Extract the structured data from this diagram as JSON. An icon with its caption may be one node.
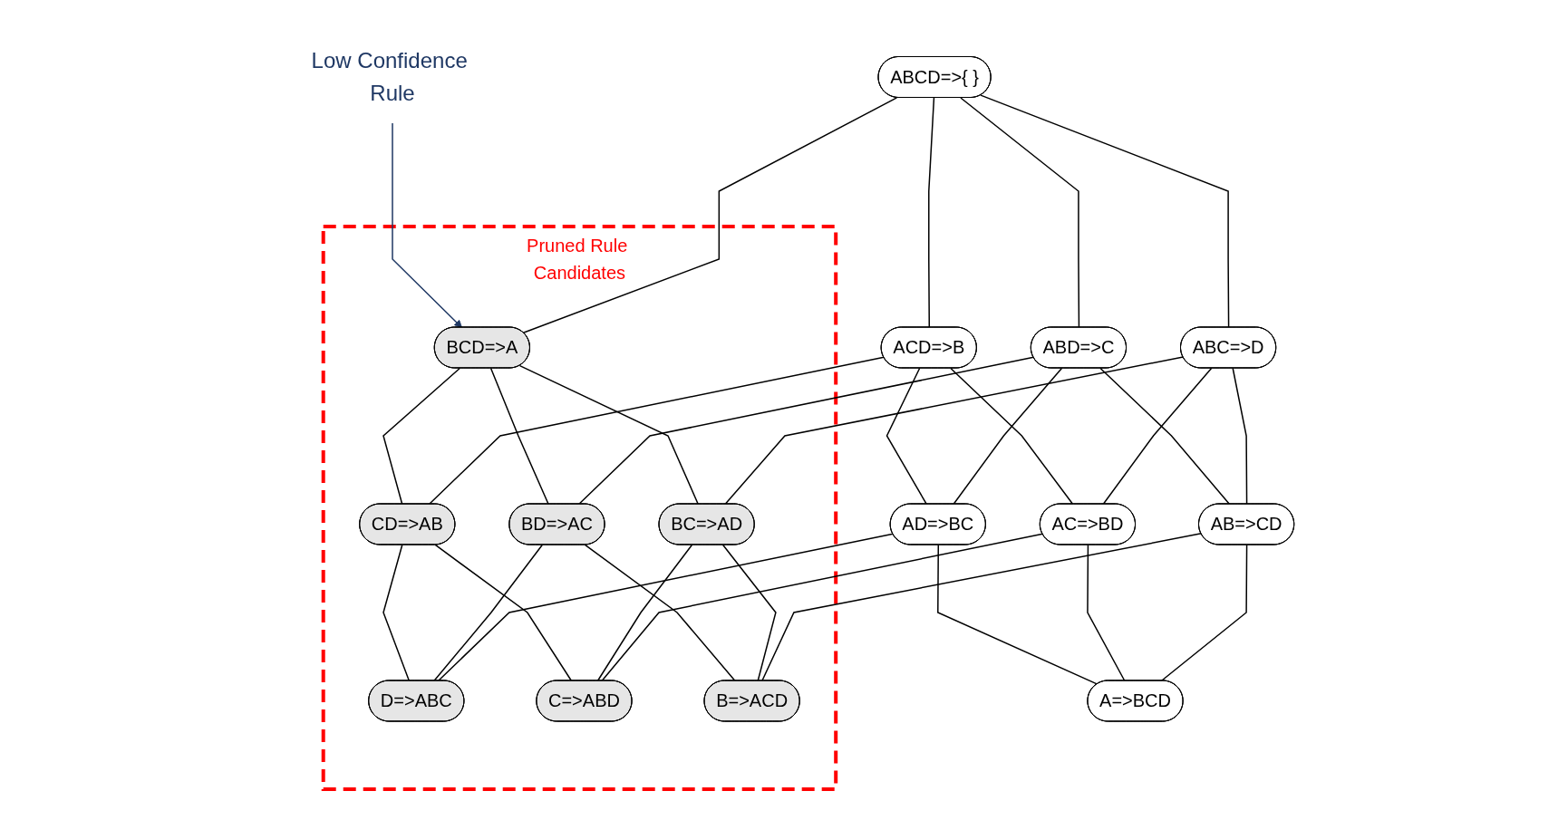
{
  "diagram": {
    "nodes": [
      {
        "text": [
          "Low Confidence Rule"
        ]
      },
      {
        "text": [
          "Pruned Rule Candidates"
        ]
      },
      {
        "text": [
          "ABCD=>{ }"
        ]
      },
      {
        "text": [
          "BCD=>A"
        ],
        "in": 1
      },
      {
        "text": [
          "ACD=>B"
        ]
      },
      {
        "text": [
          "ABD=>C"
        ]
      },
      {
        "text": [
          "ABC=>D"
        ]
      },
      {
        "text": [
          "CD=>AB"
        ],
        "in": 1
      },
      {
        "text": [
          "BD=>AC"
        ],
        "in": 1
      },
      {
        "text": [
          "BC=>AD"
        ],
        "in": 1
      },
      {
        "text": [
          "AD=>BC"
        ]
      },
      {
        "text": [
          "AC=>BD"
        ]
      },
      {
        "text": [
          "AB=>CD"
        ]
      },
      {
        "text": [
          "D=>ABC"
        ],
        "in": 1
      },
      {
        "text": [
          "C=>ABD"
        ],
        "in": 1
      },
      {
        "text": [
          "B=>ACD"
        ],
        "in": 1
      },
      {
        "text": [
          "A=>BCD"
        ]
      }
    ],
    "edges": [
      {
        "from": 0,
        "to": 3,
        "arrow": "to",
        "color": "#1f3864"
      },
      {
        "from": 2,
        "to": 3,
        "arrow": "none"
      },
      {
        "from": 2,
        "to": 4,
        "arrow": "none"
      },
      {
        "from": 2,
        "to": 5,
        "arrow": "none"
      },
      {
        "from": 2,
        "to": 6,
        "arrow": "none"
      },
      {
        "from": 3,
        "to": 7,
        "arrow": "none"
      },
      {
        "from": 3,
        "to": 8,
        "arrow": "none"
      },
      {
        "from": 3,
        "to": 9,
        "arrow": "none"
      },
      {
        "from": 4,
        "to": 7,
        "arrow": "none"
      },
      {
        "from": 4,
        "to": 10,
        "arrow": "none"
      },
      {
        "from": 4,
        "to": 11,
        "arrow": "none"
      },
      {
        "from": 5,
        "to": 8,
        "arrow": "none"
      },
      {
        "from": 5,
        "to": 10,
        "arrow": "none"
      },
      {
        "from": 5,
        "to": 12,
        "arrow": "none"
      },
      {
        "from": 6,
        "to": 9,
        "arrow": "none"
      },
      {
        "from": 6,
        "to": 11,
        "arrow": "none"
      },
      {
        "from": 6,
        "to": 12,
        "arrow": "none"
      },
      {
        "from": 7,
        "to": 13,
        "arrow": "none"
      },
      {
        "from": 7,
        "to": 14,
        "arrow": "none"
      },
      {
        "from": 8,
        "to": 13,
        "arrow": "none"
      },
      {
        "from": 8,
        "to": 15,
        "arrow": "none"
      },
      {
        "from": 9,
        "to": 14,
        "arrow": "none"
      },
      {
        "from": 9,
        "to": 15,
        "arrow": "none"
      },
      {
        "from": 10,
        "to": 13,
        "arrow": "none"
      },
      {
        "from": 10,
        "to": 16,
        "arrow": "none"
      },
      {
        "from": 11,
        "to": 14,
        "arrow": "none"
      },
      {
        "from": 11,
        "to": 16,
        "arrow": "none"
      },
      {
        "from": 12,
        "to": 15,
        "arrow": "none"
      },
      {
        "from": 12,
        "to": 16,
        "arrow": "none"
      }
    ]
  }
}
